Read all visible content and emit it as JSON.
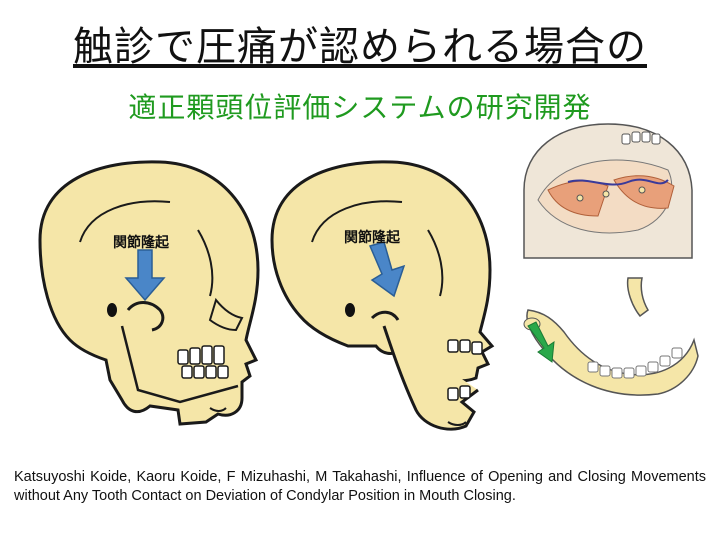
{
  "header": {
    "title": "触診で圧痛が認められる場合の",
    "subtitle": "適正顆頭位評価システムの研究開発"
  },
  "figures": {
    "skull_left_label": "関節隆起",
    "skull_right_label": "関節隆起"
  },
  "citation": {
    "text": "Katsuyoshi Koide, Kaoru Koide, F Mizuhashi, M Takahashi, Influence of Opening and Closing Movements without Any Tooth Contact on Deviation of Condylar Position in Mouth Closing."
  },
  "colors": {
    "bone": "#f5e6a8",
    "outline": "#1a1a1a",
    "arrow_blue": "#4a86c8",
    "arrow_green": "#2aa84a",
    "subtitle_green": "#1f9a1f",
    "muscle": "#e8a07a"
  }
}
